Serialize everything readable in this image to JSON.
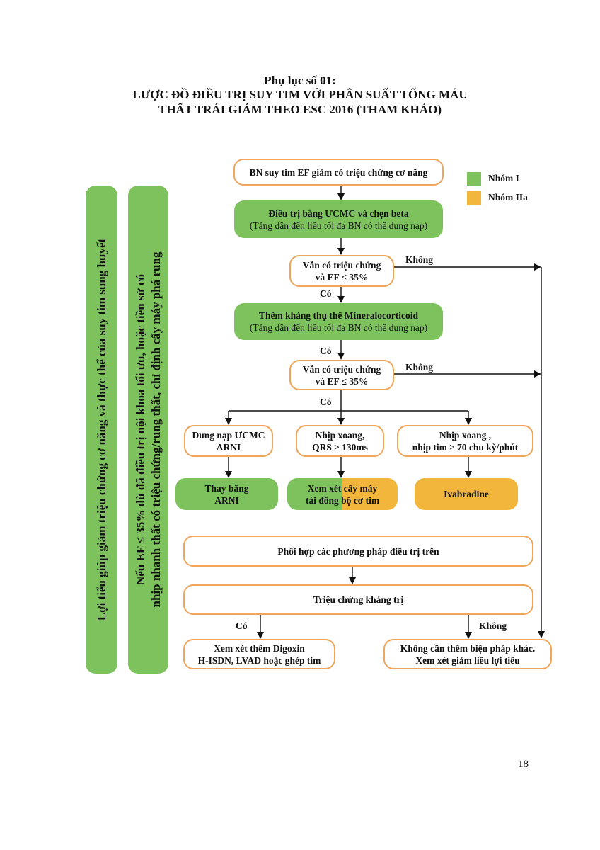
{
  "title": {
    "line1": "Phụ lục số 01:",
    "line2": "LƯỢC ĐỒ ĐIỀU TRỊ SUY TIM VỚI PHÂN SUẤT TỐNG MÁU",
    "line3": "THẤT TRÁI GIẢM THEO ESC 2016 (THAM KHẢO)"
  },
  "legend": {
    "group1": "Nhóm I",
    "group2": "Nhóm IIa",
    "group1_color": "#7dc25c",
    "group2_color": "#f3b63c"
  },
  "side": {
    "left": "Lợi tiểu giúp giảm triệu chứng cơ năng và thực thể của suy tim sung huyết",
    "right_line1": "Nếu EF ≤ 35% dù đã điều trị nội khoa tối ưu, hoặc tiền sử có",
    "right_line2": "nhịp nhanh thất có triệu chứng/rung thất, chỉ định cấy máy phá rung"
  },
  "nodes": {
    "start": "BN suy tim EF giảm có triệu chứng cơ năng",
    "treat1_line1": "Điều trị bằng ƯCMC và chẹn beta",
    "treat1_line2": "(Tăng dần đến liều tối đa BN có thể dung nạp)",
    "check1_line1": "Vẫn có triệu chứng",
    "check1_line2": "và EF ≤ 35%",
    "treat2_line1": "Thêm kháng thụ thể Mineralocorticoid",
    "treat2_line2": "(Tăng dần đến liều tối đa BN có thể dung nạp)",
    "check2_line1": "Vẫn có triệu chứng",
    "check2_line2": "và EF ≤ 35%",
    "branch1_line1": "Dung nạp ƯCMC",
    "branch1_line2": "ARNI",
    "branch2_line1": "Nhịp xoang,",
    "branch2_line2": "QRS ≥ 130ms",
    "branch3_line1": "Nhịp xoang ,",
    "branch3_line2": "nhịp tim ≥ 70 chu kỳ/phút",
    "result1_line1": "Thay bằng",
    "result1_line2": "ARNI",
    "result2_line1": "Xem xét cấy máy",
    "result2_line2": "tái đồng bộ cơ tim",
    "result3": "Ivabradine",
    "combine": "Phối hợp các phương pháp điều trị trên",
    "refractory": "Triệu chứng kháng trị",
    "end_yes_line1": "Xem xét thêm Digoxin",
    "end_yes_line2": "H-ISDN, LVAD hoặc ghép tim",
    "end_no_line1": "Không cần thêm biện pháp khác.",
    "end_no_line2": "Xem xét giảm liều lợi tiểu"
  },
  "labels": {
    "no1": "Không",
    "yes1": "Có",
    "yes2": "Có",
    "no2": "Không",
    "yes3": "Có",
    "yes4": "Có",
    "no3": "Không"
  },
  "page_number": "18"
}
